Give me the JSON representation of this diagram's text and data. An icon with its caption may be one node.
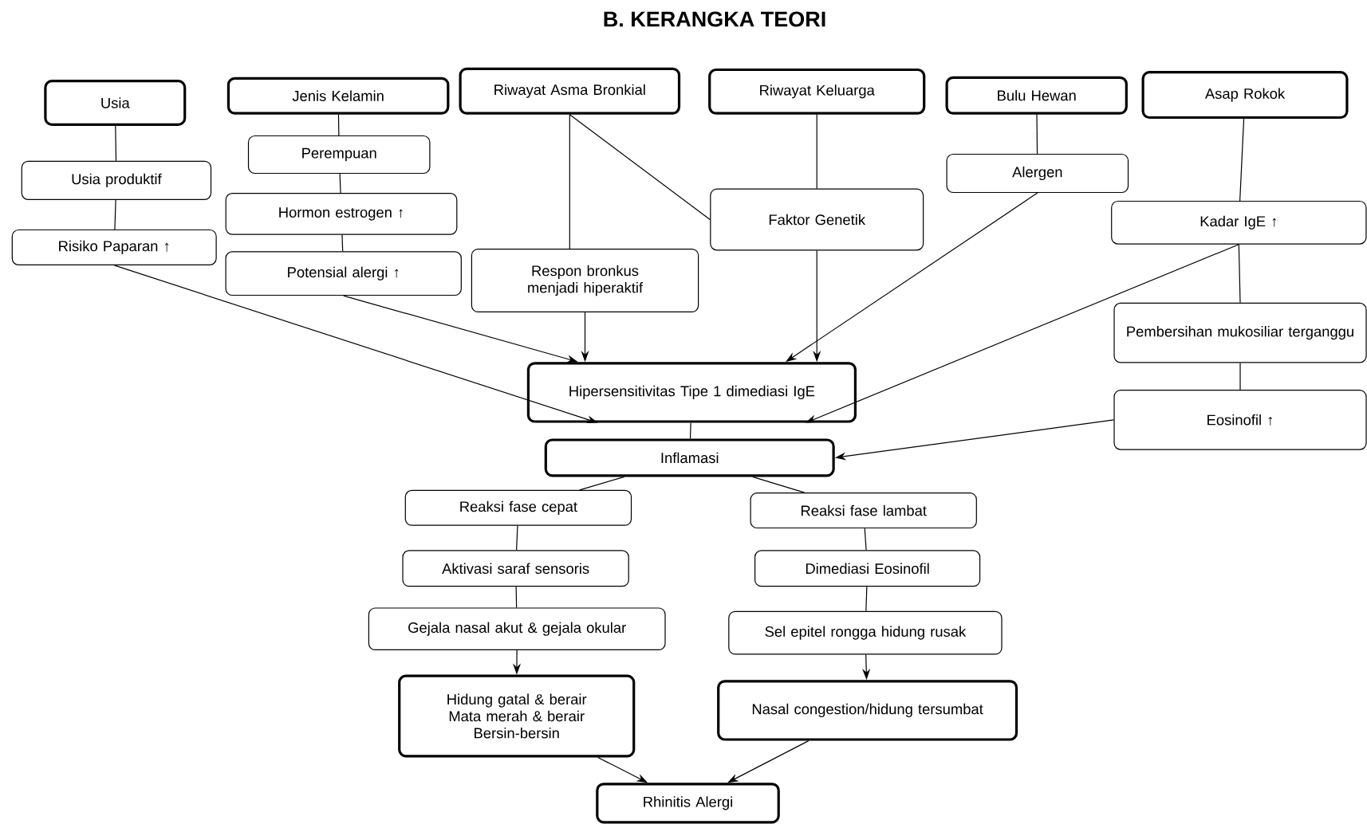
{
  "diagram": {
    "title": "B.   KERANGKA TEORI",
    "nodes": [
      {
        "text": [
          "Usia"
        ]
      },
      {
        "text": [
          "Usia produktif"
        ]
      },
      {
        "text": [
          "Risiko Paparan ↑"
        ]
      },
      {
        "text": [
          "Jenis Kelamin"
        ]
      },
      {
        "text": [
          "Perempuan"
        ]
      },
      {
        "text": [
          "Hormon estrogen ↑"
        ]
      },
      {
        "text": [
          "Potensial alergi ↑"
        ]
      },
      {
        "text": [
          "Riwayat Asma Bronkial"
        ]
      },
      {
        "text": [
          "Respon bronkus menjadi hiperaktif"
        ]
      },
      {
        "text": [
          "Riwayat Keluarga"
        ]
      },
      {
        "text": [
          "Faktor Genetik"
        ]
      },
      {
        "text": [
          "Bulu Hewan"
        ]
      },
      {
        "text": [
          "Alergen"
        ]
      },
      {
        "text": [
          "Asap Rokok"
        ]
      },
      {
        "text": [
          "Kadar IgE ↑"
        ]
      },
      {
        "text": [
          "Pembersihan mukosiliar terganggu"
        ]
      },
      {
        "text": [
          "Eosinofil ↑"
        ]
      },
      {
        "text": [
          "Hipersensitivitas Tipe 1 dimediasi IgE"
        ]
      },
      {
        "text": [
          "Inflamasi"
        ]
      },
      {
        "text": [
          "Reaksi fase cepat"
        ]
      },
      {
        "text": [
          "Reaksi fase lambat"
        ]
      },
      {
        "text": [
          "Aktivasi saraf sensoris"
        ]
      },
      {
        "text": [
          "Dimediasi Eosinofil"
        ]
      },
      {
        "text": [
          "Gejala nasal akut & gejala okular"
        ]
      },
      {
        "text": [
          "Sel epitel rongga hidung rusak"
        ]
      },
      {
        "text": [
          "Hidung gatal & berair",
          "Mata merah & berair",
          "Bersin-bersin"
        ]
      },
      {
        "text": [
          "Nasal congestion/hidung tersumbat"
        ]
      },
      {
        "text": [
          "Rhinitis Alergi"
        ]
      }
    ],
    "edges": [
      {
        "from": 0,
        "to": 1,
        "arrow": "none"
      },
      {
        "from": 1,
        "to": 2,
        "arrow": "none"
      },
      {
        "from": 2,
        "to": 17,
        "arrow": "to"
      },
      {
        "from": 3,
        "to": 4,
        "arrow": "none"
      },
      {
        "from": 4,
        "to": 5,
        "arrow": "none"
      },
      {
        "from": 5,
        "to": 6,
        "arrow": "none"
      },
      {
        "from": 6,
        "to": 17,
        "arrow": "to"
      },
      {
        "from": 7,
        "to": 8,
        "arrow": "none"
      },
      {
        "from": 7,
        "to": 10,
        "arrow": "none"
      },
      {
        "from": 8,
        "to": 17,
        "arrow": "to"
      },
      {
        "from": 9,
        "to": 10,
        "arrow": "none"
      },
      {
        "from": 10,
        "to": 17,
        "arrow": "to"
      },
      {
        "from": 11,
        "to": 12,
        "arrow": "none"
      },
      {
        "from": 12,
        "to": 17,
        "arrow": "to"
      },
      {
        "from": 13,
        "to": 14,
        "arrow": "none"
      },
      {
        "from": 14,
        "to": 17,
        "arrow": "to"
      },
      {
        "from": 14,
        "to": 15,
        "arrow": "none"
      },
      {
        "from": 15,
        "to": 16,
        "arrow": "none"
      },
      {
        "from": 16,
        "to": 18,
        "arrow": "to"
      },
      {
        "from": 17,
        "to": 18,
        "arrow": "none"
      },
      {
        "from": 18,
        "to": 19,
        "arrow": "none"
      },
      {
        "from": 18,
        "to": 20,
        "arrow": "none"
      },
      {
        "from": 19,
        "to": 21,
        "arrow": "none"
      },
      {
        "from": 21,
        "to": 23,
        "arrow": "none"
      },
      {
        "from": 23,
        "to": 25,
        "arrow": "to"
      },
      {
        "from": 20,
        "to": 22,
        "arrow": "none"
      },
      {
        "from": 22,
        "to": 24,
        "arrow": "none"
      },
      {
        "from": 24,
        "to": 26,
        "arrow": "to"
      },
      {
        "from": 25,
        "to": 27,
        "arrow": "to"
      },
      {
        "from": 26,
        "to": 27,
        "arrow": "to"
      }
    ]
  }
}
